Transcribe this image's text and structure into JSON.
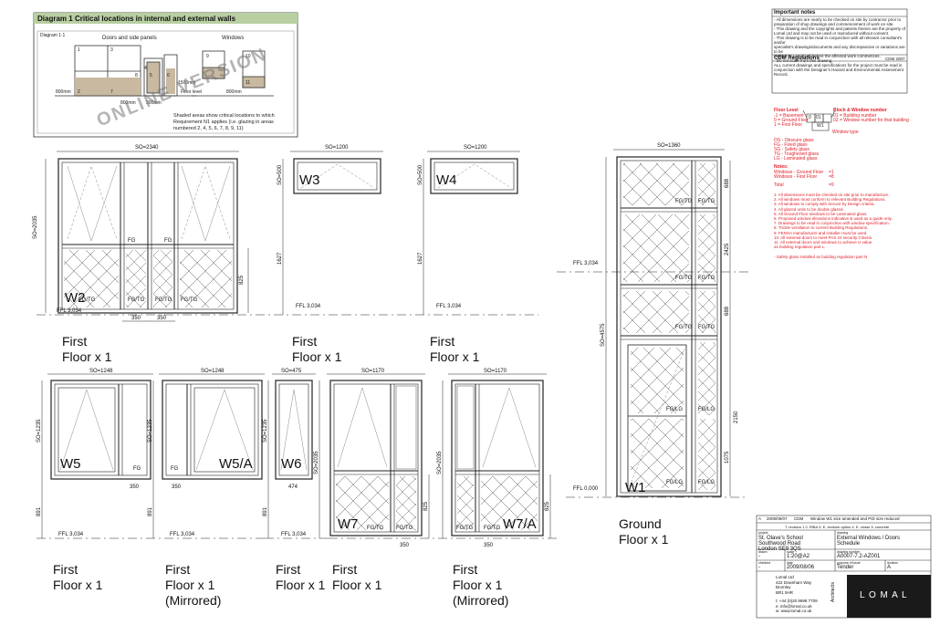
{
  "diagram": {
    "title_prefix": "Diagram 1",
    "title": "Critical locations in internal and external walls",
    "subtitle": "Diagram 1.1",
    "doors_heading": "Doors and side panels",
    "windows_heading": "Windows",
    "dims": [
      "800mm",
      "1500mm",
      "300mm",
      "800mm",
      "Floor level",
      "800mm"
    ],
    "panel_numbers": [
      "1",
      "2",
      "3",
      "4",
      "5",
      "6",
      "7",
      "8",
      "9",
      "10",
      "11"
    ],
    "note": "Shaded areas show critical locations to which Requirement N1 applies (i.e. glazing in areas numbered 2, 4, 5, 6, 7, 8, 9, 11)",
    "watermark": "ONLINE VERSION"
  },
  "important_notes": {
    "title": "Important notes",
    "lines": [
      "- All dimensions are nearly to be checked on site by contractor prior to",
      "preparation of shop drawings and commencement of work on site.",
      "- This drawing and the copyrights and patents therein are the property of",
      "Lomal Ltd and may not be used or reproduced without consent.",
      "- This drawing is to be read in conjunction with all relevant consultant's and/or",
      "specialist's drawings/documents and any discrepancies or variations are to be",
      "notified to Lomal Ltd before the affected work commences.",
      "- Do not scale from this drawing."
    ],
    "cdm_title": "CDM Regulations",
    "cdm_code": "CDM 2007",
    "cdm_lines": [
      "ALL current drawings and specifications for the project must be read in",
      "conjunction with the Designer's Hazard and Environmental Assessment Record."
    ]
  },
  "legend": {
    "floor_level_title": "Floor Level",
    "floor_levels": [
      "-1 = Basement",
      "0 = Ground Floor",
      "1 = First Floor"
    ],
    "key_boxes": [
      "0",
      "01",
      "W1"
    ],
    "block_title": "Block & Window number",
    "block_lines": [
      "01 = Building number",
      "02 = Window number for that building"
    ],
    "window_type": "Window type",
    "glass_lines": [
      "OS - Obscure glass",
      "FG - Fixed glass",
      "SG - Safety glass",
      "TG - Toughened glass",
      "LG - Laminated glass"
    ],
    "notes_title": "Notes:",
    "counts": [
      {
        "label": "Windows - Ground Floor",
        "value": "=1"
      },
      {
        "label": "Windows - First Floor",
        "value": "=8"
      },
      {
        "label": "Total",
        "value": "=9"
      }
    ],
    "numbered_notes": [
      "1. All dimensions must be checked on site prior to manufacture.",
      "2. All windows must conform to relevant Building Regulations.",
      "3. All windows to comply with Secure by Design criteria.",
      "4. All glazed units to be double glazed.",
      "5. All Ground Floor windows to be Laminated glass.",
      "6. Proposed window elevations indicative & used as a guide only.",
      "7. Drawings to be read in conjunction with window specification.",
      "8. Trickle ventilation to current Building Regulations.",
      "9. FENSA manufacturer and installer must be used.",
      "10. All external doors to meet PAS 24 security Criteria",
      "11. All external doors and windows to achieve U value",
      "as building regulation part L.",
      "- Safety glass installed as building regulation part N"
    ]
  },
  "windows": {
    "W1": {
      "label": "W1",
      "so_w": "SO=1360",
      "so_h": "SO=4575",
      "dims": [
        "688",
        "2425",
        "688",
        "2150",
        "1075"
      ],
      "ffl": "FFL 0,000",
      "pane_tags": [
        "FG/TG",
        "FG/TG",
        "FG/TG",
        "FG/TG",
        "FG/TG",
        "FG/TG",
        "FG/LG",
        "FG/LG",
        "FG/LG",
        "FG/LG"
      ]
    },
    "W2": {
      "label": "W2",
      "so_w": "SO=2340",
      "so_h": "SO=2035",
      "dims": [
        "825",
        "350",
        "350"
      ],
      "ffl": "FFL 3,034",
      "pane_tags": [
        "FG",
        "FG",
        "FG/TG",
        "FG/TG",
        "FG/TG",
        "FG/TG"
      ]
    },
    "W3": {
      "label": "W3",
      "so_w": "SO=1200",
      "so_h": "SO=500",
      "dims": [
        "1627"
      ],
      "ffl": "FFL 3,034"
    },
    "W4": {
      "label": "W4",
      "so_w": "SO=1200",
      "so_h": "SO=500",
      "dims": [
        "1627"
      ],
      "ffl": "FFL 3,034"
    },
    "W5": {
      "label": "W5",
      "so_w": "SO=1248",
      "so_h": "SO=1235",
      "dims": [
        "891",
        "350"
      ],
      "ffl": "FFL 3,034",
      "pane_tags": [
        "FG"
      ]
    },
    "W5A": {
      "label": "W5/A",
      "so_w": "SO=1248",
      "so_h": "SO=1235",
      "dims": [
        "891",
        "350"
      ],
      "ffl": "FFL 3,034",
      "pane_tags": [
        "FG"
      ]
    },
    "W6": {
      "label": "W6",
      "so_w": "SO=475",
      "so_h": "SO=1235",
      "dims": [
        "891",
        "474"
      ],
      "ffl": "FFL 3,034"
    },
    "W7": {
      "label": "W7",
      "so_w": "SO=1170",
      "so_h": "SO=2035",
      "dims": [
        "825",
        "350"
      ],
      "pane_tags": [
        "FG/TG",
        "FG/TG",
        "FG/TG"
      ]
    },
    "W7A": {
      "label": "W7/A",
      "so_w": "SO=1170",
      "so_h": "SO=2035",
      "dims": [
        "825",
        "350"
      ],
      "pane_tags": [
        "FG/TG",
        "FG/TG",
        "FG/TG"
      ]
    }
  },
  "captions": [
    {
      "id": "c_w2",
      "lines": [
        "First",
        "Floor x 1"
      ]
    },
    {
      "id": "c_w3",
      "lines": [
        "First",
        "Floor x 1"
      ]
    },
    {
      "id": "c_w4",
      "lines": [
        "First",
        "Floor x 1"
      ]
    },
    {
      "id": "c_w1",
      "lines": [
        "Ground",
        "Floor x 1"
      ]
    },
    {
      "id": "c_w5",
      "lines": [
        "First",
        "Floor x 1"
      ]
    },
    {
      "id": "c_w5a",
      "lines": [
        "First",
        "Floor x 1",
        "(Mirrored)"
      ]
    },
    {
      "id": "c_w6",
      "lines": [
        "First",
        "Floor x 1"
      ]
    },
    {
      "id": "c_w7",
      "lines": [
        "First",
        "Floor x 1"
      ]
    },
    {
      "id": "c_w7a",
      "lines": [
        "First",
        "Floor x 1",
        "(Mirrored)"
      ]
    }
  ],
  "title_block": {
    "revision": "A",
    "revision_date": "2009/09/07",
    "revision_by": "CDM",
    "revision_desc": "Window W1 size amended and PID size reduced",
    "stage_row": "T. revision 1  2. RIBA  3. E. revision option  4. E. closer  5. concrete",
    "project_label": "project",
    "project_lines": [
      "St. Olave's School",
      "Southwood Road",
      "London SE9 3QS"
    ],
    "drawing_label": "drawing",
    "drawing_lines": [
      "External Windows / Doors",
      "Schedule"
    ],
    "drawn_label": "drawn",
    "drawn": "-",
    "scale_label": "scale",
    "scale": "1:20@A2",
    "number_label": "drawing number",
    "number": "A0007-7.2-AZ001",
    "checked_label": "checked",
    "checked": "-",
    "date_label": "date",
    "date": "2009/08/06",
    "status_label": "purpose of issue",
    "status": "Tender",
    "revision_label": "revision",
    "company": [
      "Lomal Ltd",
      "422 Downham Way",
      "Bromley",
      "BR1 5HR"
    ],
    "contact": [
      "t: +44 (0)20 8698 7709",
      "e: info@lomal.co.uk",
      "w: www.lomal.co.uk"
    ],
    "architects": "Architects",
    "logo": "L O M A L"
  }
}
